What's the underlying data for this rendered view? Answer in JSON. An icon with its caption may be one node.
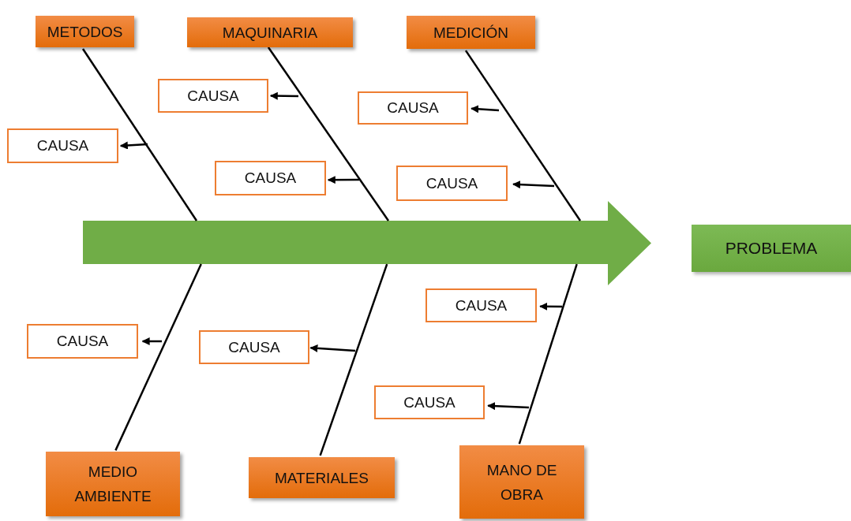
{
  "diagram": {
    "nodes": [
      {
        "text": [
          "METODOS"
        ]
      },
      {
        "text": [
          "MAQUINARIA"
        ]
      },
      {
        "text": [
          "MEDICIÓN"
        ]
      },
      {
        "text": [
          "CAUSA"
        ]
      },
      {
        "text": [
          "CAUSA"
        ]
      },
      {
        "text": [
          "CAUSA"
        ]
      },
      {
        "text": [
          "CAUSA"
        ]
      },
      {
        "text": [
          "CAUSA"
        ]
      },
      {
        "text": [],
        "shape": "arrow"
      },
      {
        "text": [
          "PROBLEMA"
        ]
      },
      {
        "text": [
          "CAUSA"
        ]
      },
      {
        "text": [
          "CAUSA"
        ]
      },
      {
        "text": [
          "CAUSA"
        ]
      },
      {
        "text": [
          "CAUSA"
        ]
      },
      {
        "text": [
          "MEDIO AMBIENTE"
        ]
      },
      {
        "text": [
          "MATERIALES"
        ]
      },
      {
        "text": [
          "MANO DE OBRA"
        ]
      }
    ],
    "edges": [
      {
        "from": 0,
        "to": 8,
        "arrow": "none"
      },
      {
        "from": 1,
        "to": 8,
        "arrow": "none"
      },
      {
        "from": 2,
        "to": 8,
        "arrow": "none"
      },
      {
        "from": 14,
        "to": 8,
        "arrow": "none"
      },
      {
        "from": 15,
        "to": 8,
        "arrow": "none"
      },
      {
        "from": 16,
        "to": 8,
        "arrow": "none"
      },
      {
        "from": null,
        "to": 3,
        "arrow": "to"
      },
      {
        "from": null,
        "to": 4,
        "arrow": "to"
      },
      {
        "from": null,
        "to": 5,
        "arrow": "to"
      },
      {
        "from": null,
        "to": 6,
        "arrow": "to"
      },
      {
        "from": null,
        "to": 7,
        "arrow": "to"
      },
      {
        "from": null,
        "to": 10,
        "arrow": "to"
      },
      {
        "from": null,
        "to": 11,
        "arrow": "to"
      },
      {
        "from": null,
        "to": 12,
        "arrow": "to"
      },
      {
        "from": null,
        "to": 13,
        "arrow": "to"
      }
    ]
  }
}
